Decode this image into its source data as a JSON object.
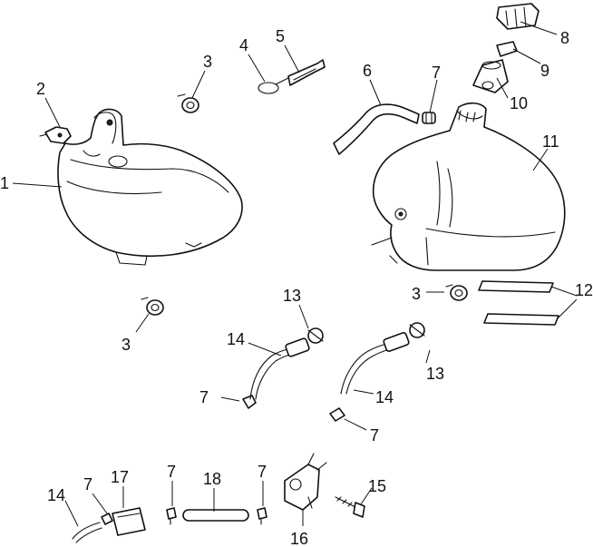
{
  "callouts": {
    "c1": "1",
    "c2": "2",
    "c3a": "3",
    "c3b": "3",
    "c3c": "3",
    "c4": "4",
    "c5": "5",
    "c6": "6",
    "c7a": "7",
    "c7b": "7",
    "c7c": "7",
    "c7d": "7",
    "c7e": "7",
    "c7f": "7",
    "c8": "8",
    "c9": "9",
    "c10": "10",
    "c11": "11",
    "c12": "12",
    "c13a": "13",
    "c13b": "13",
    "c14a": "14",
    "c14b": "14",
    "c14c": "14",
    "c15": "15",
    "c16": "16",
    "c17": "17",
    "c18": "18"
  }
}
